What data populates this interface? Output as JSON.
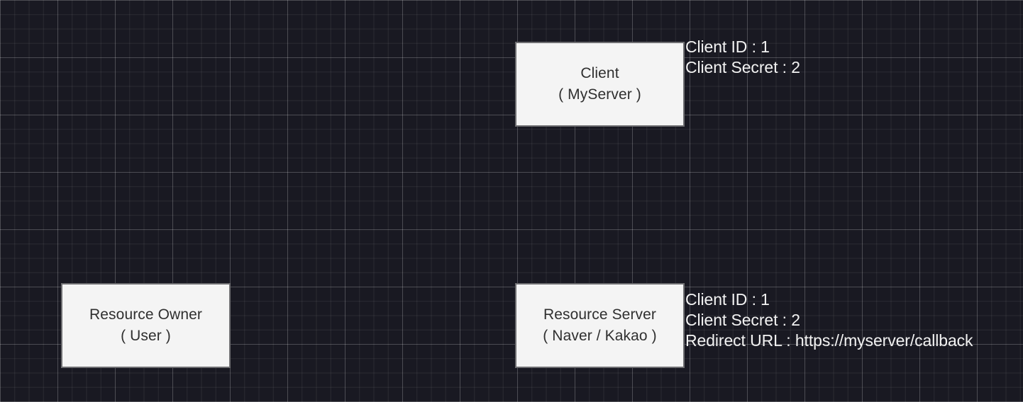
{
  "canvas": {
    "background_color": "#191922",
    "grid_minor_color": "#2f2f38",
    "grid_major_color": "#45454f",
    "grid_minor_size": 20.25,
    "grid_major_size": 81
  },
  "diagram": {
    "type": "oauth-architecture-diagram",
    "node_fill_color": "#f4f4f4",
    "node_border_color": "#6f6f72",
    "node_text_color": "#2f2f2f",
    "annotation_text_color": "#f2f2f2",
    "nodes": [
      {
        "id": "client",
        "title": "Client",
        "subtitle": "( MyServer )"
      },
      {
        "id": "resource-owner",
        "title": "Resource Owner",
        "subtitle": "( User )"
      },
      {
        "id": "resource-server",
        "title": "Resource Server",
        "subtitle": "( Naver / Kakao )"
      }
    ],
    "annotations": [
      {
        "id": "client-credentials",
        "lines": [
          "Client ID : 1",
          "Client Secret : 2"
        ]
      },
      {
        "id": "resource-server-credentials",
        "lines": [
          "Client ID : 1",
          "Client Secret : 2",
          "Redirect URL : https://myserver/callback"
        ]
      }
    ]
  }
}
